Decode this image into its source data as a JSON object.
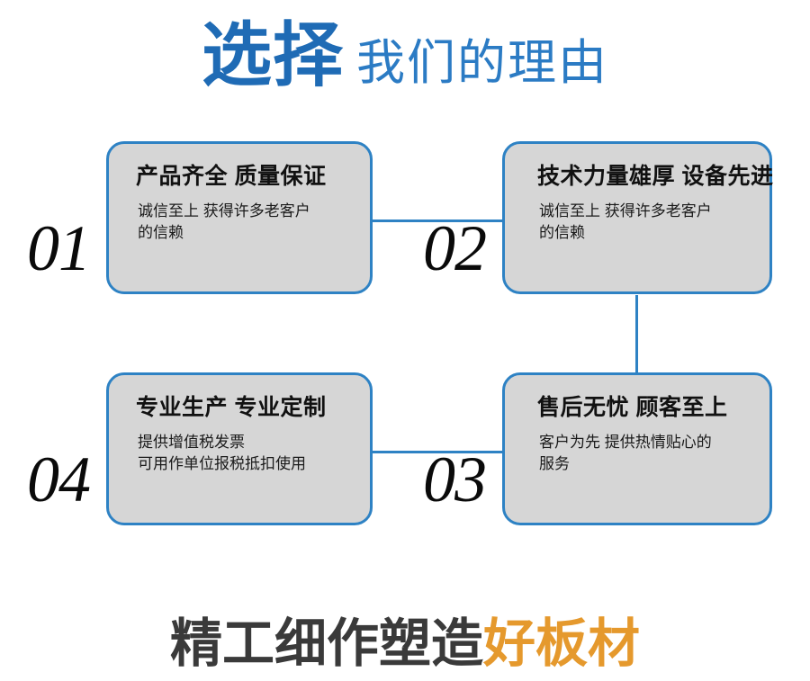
{
  "header": {
    "strong_text": "选择",
    "light_text": "我们的理由",
    "strong_color": "#1F6BB5",
    "light_color": "#2B7BC4"
  },
  "cards": [
    {
      "number": "01",
      "title": "产品齐全 质量保证",
      "desc_lines": [
        "诚信至上 获得许多老客户",
        "的信赖"
      ]
    },
    {
      "number": "02",
      "title": "技术力量雄厚 设备先进",
      "desc_lines": [
        "诚信至上 获得许多老客户",
        "的信赖"
      ]
    },
    {
      "number": "03",
      "title": "售后无忧 顾客至上",
      "desc_lines": [
        "客户为先 提供热情贴心的",
        "服务"
      ]
    },
    {
      "number": "04",
      "title": "专业生产 专业定制",
      "desc_lines": [
        "提供增值税发票",
        "可用作单位报税抵扣使用"
      ]
    }
  ],
  "footer": {
    "dark_text": "精工细作塑造",
    "accent_text": "好板材",
    "dark_color": "#3A3A3A",
    "accent_color": "#E5992D"
  },
  "theme": {
    "card_fill": "#D6D6D6",
    "card_border": "#2E82C4",
    "background": "#FFFFFF",
    "connector_color": "#2E82C4"
  }
}
